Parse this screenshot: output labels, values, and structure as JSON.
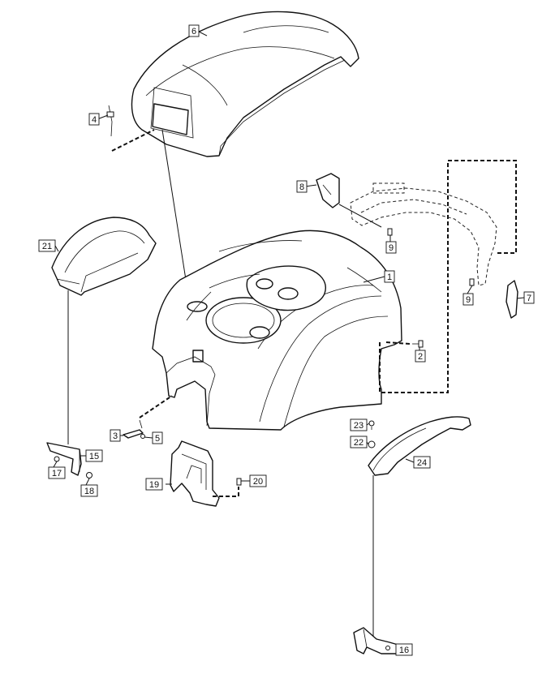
{
  "diagram": {
    "callouts": [
      "1",
      "2",
      "3",
      "4",
      "5",
      "6",
      "7",
      "8",
      "9",
      "9",
      "15",
      "16",
      "17",
      "18",
      "19",
      "20",
      "21",
      "22",
      "23",
      "24"
    ]
  },
  "colors": {
    "line": "#111111",
    "background": "#ffffff"
  }
}
